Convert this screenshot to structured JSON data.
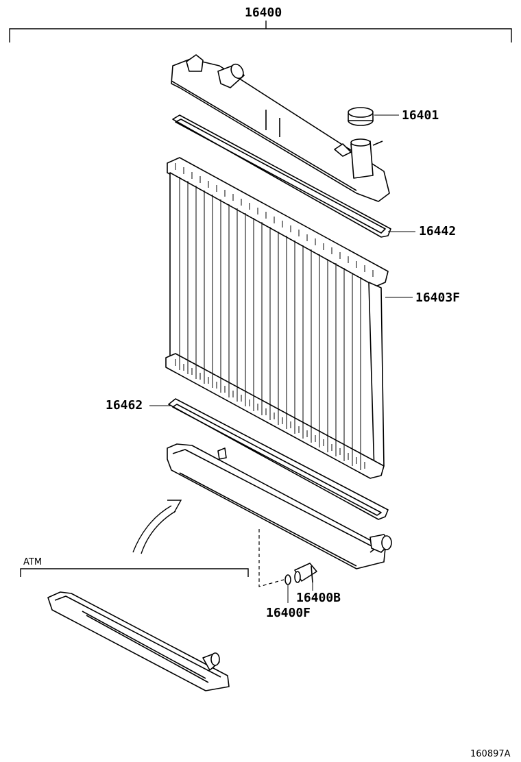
{
  "labels": {
    "assembly": "16400",
    "cap": "16401",
    "upper_gasket": "16442",
    "core": "16403F",
    "lower_gasket": "16462",
    "drain_cock": "16400B",
    "drain_oring": "16400F",
    "atm": "ATM",
    "figure_id": "160897A"
  }
}
